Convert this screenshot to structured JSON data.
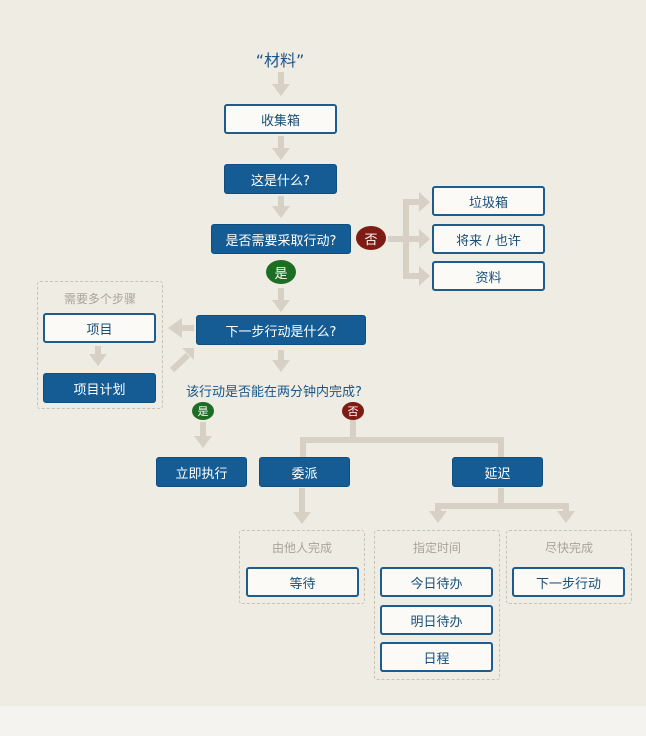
{
  "title": "“材料”",
  "nodes": {
    "inbox": "收集箱",
    "what": "这是什么?",
    "actionable": "是否需要采取行动?",
    "trash": "垃圾箱",
    "someday": "将来 / 也许",
    "reference": "资料",
    "next_action_q": "下一步行动是什么?",
    "project": "项目",
    "project_plan": "项目计划",
    "two_minutes_q": "该行动是否能在两分钟内完成?",
    "do_it": "立即执行",
    "delegate": "委派",
    "defer": "延迟",
    "waiting": "等待",
    "today": "今日待办",
    "tomorrow": "明日待办",
    "calendar": "日程",
    "next_actions": "下一步行动"
  },
  "groups": {
    "multi_step": "需要多个步骤",
    "done_by_others": "由他人完成",
    "specific_time": "指定时间",
    "asap": "尽快完成"
  },
  "badges": {
    "yes": "是",
    "no": "否"
  },
  "colors": {
    "background": "#efece4",
    "dark_box": "#145c93",
    "light_box_border": "#1c5c8f",
    "yes_badge": "#1d6e24",
    "no_badge": "#7e1b15",
    "connector": "#d6d1c4",
    "dashed_border": "#c9c3b3"
  }
}
